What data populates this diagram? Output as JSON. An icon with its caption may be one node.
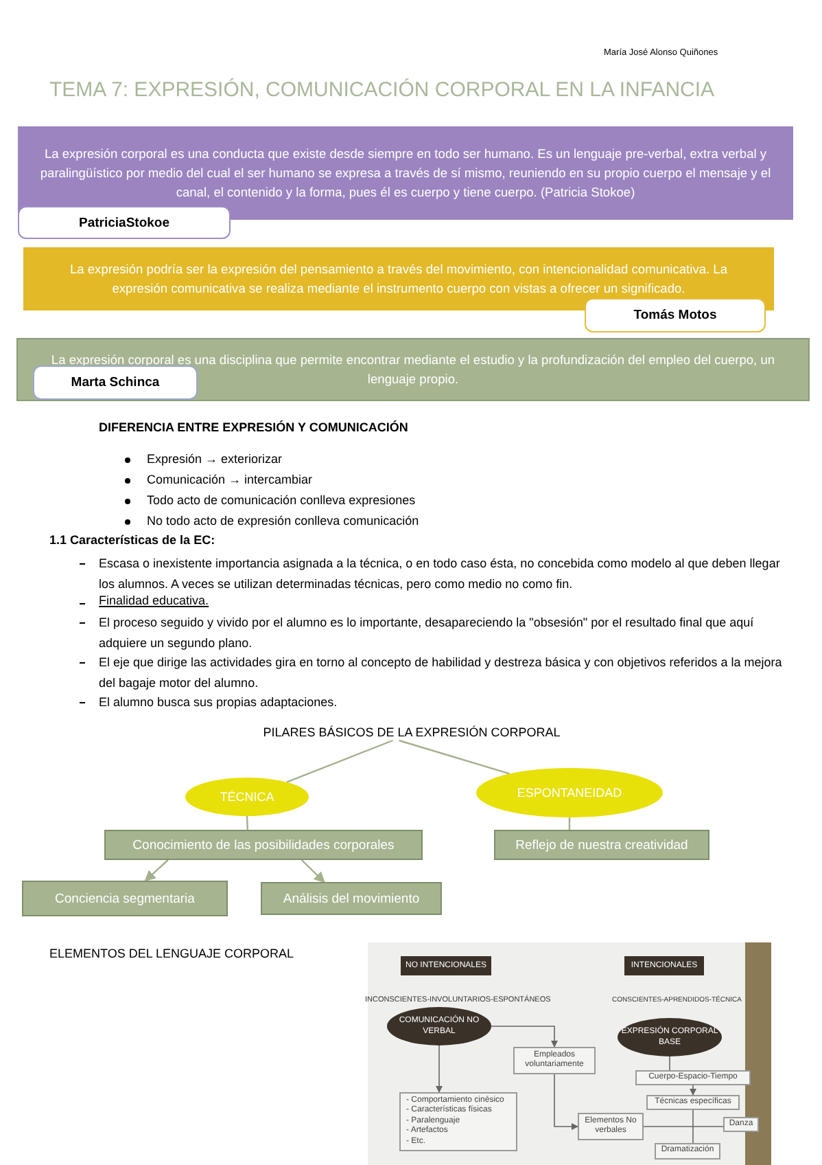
{
  "diagram": {
    "title": "TEMA 7: EXPRESIÓN, COMUNICACIÓN CORPORAL EN LA INFANCIA",
    "nodes": [
      {
        "text": [
          "La expresión corporal es una conducta que existe desde siempre en todo ser humano. Es un lenguaje pre-verbal, extra verbal y paralingüístico por medio del cual el ser humano se expresa a través de sí mismo, reuniendo en su propio cuerpo el mensaje y el canal, el contenido y la forma, pues él es cuerpo y tiene cuerpo. (Patricia Stokoe)"
        ]
      },
      {
        "text": [
          "PatriciaStokoe"
        ]
      },
      {
        "text": [
          "La expresión podría ser la expresión del pensamiento a través del movimiento, con intencionalidad comunicativa. La expresión comunicativa se realiza mediante el instrumento cuerpo con vistas a ofrecer un significado."
        ]
      },
      {
        "text": [
          "Tomás Motos"
        ]
      },
      {
        "text": [
          "La expresión corporal es una disciplina que permite encontrar mediante el estudio y la profundización del empleo del cuerpo, un lenguaje propio."
        ]
      },
      {
        "text": [
          "Marta Schinca"
        ],
        "in": 4
      },
      {
        "text": [
          "PILARES BÁSICOS DE LA EXPRESIÓN CORPORAL"
        ]
      },
      {
        "text": [
          "TÉCNICA"
        ]
      },
      {
        "text": [
          "ESPONTANEIDAD"
        ]
      },
      {
        "text": [
          "Conocimiento de las posibilidades corporales"
        ]
      },
      {
        "text": [
          "Reflejo de nuestra creatividad"
        ]
      },
      {
        "text": [
          "Conciencia segmentaria"
        ]
      },
      {
        "text": [
          "Análisis del movimiento"
        ]
      },
      {
        "text": [
          "NO INTENCIONALES"
        ]
      },
      {
        "text": [
          "INTENCIONALES"
        ]
      },
      {
        "text": [
          "COMUNICACIÓN NO VERBAL"
        ]
      },
      {
        "text": [
          "Empleados voluntariamente"
        ]
      },
      {
        "text": [
          "EXPRESIÓN CORPORAL BASE"
        ]
      },
      {
        "text": [
          "- Comportamiento cinésico",
          "- Características físicas",
          "- Paralenguaje",
          "- Artefactos",
          "- Etc."
        ]
      },
      {
        "text": [
          "Cuerpo-Espacio-Tiempo"
        ]
      },
      {
        "text": [
          "Técnicas específicas"
        ]
      },
      {
        "text": [
          "Elementos No verbales"
        ]
      },
      {
        "text": [
          "Danza"
        ]
      },
      {
        "text": [
          "Dramatización"
        ]
      }
    ],
    "edges": [
      {
        "from": 6,
        "to": 7,
        "arrow": "none"
      },
      {
        "from": 6,
        "to": 8,
        "arrow": "none"
      },
      {
        "from": 7,
        "to": 9,
        "arrow": "none"
      },
      {
        "from": 8,
        "to": 10,
        "arrow": "none"
      },
      {
        "from": 9,
        "to": 11,
        "arrow": "to"
      },
      {
        "from": 9,
        "to": 12,
        "arrow": "to"
      },
      {
        "from": 15,
        "to": 16,
        "arrow": "to"
      },
      {
        "from": 15,
        "to": 18,
        "arrow": "to"
      },
      {
        "from": 16,
        "to": 21,
        "arrow": "to"
      },
      {
        "from": 17,
        "to": 19,
        "arrow": "none"
      },
      {
        "from": 19,
        "to": 20,
        "arrow": "to"
      },
      {
        "from": 20,
        "to": 23,
        "arrow": "none"
      },
      {
        "from": 21,
        "to": 22,
        "arrow": "none"
      }
    ],
    "labels": [
      "María José Alonso Quiñones",
      "DIFERENCIA ENTRE EXPRESIÓN Y COMUNICACIÓN",
      "Expresión → exteriorizar",
      "Comunicación → intercambiar",
      "Todo acto de comunicación conlleva expresiones",
      "No todo acto de expresión conlleva comunicación",
      "1.1 Características de la EC:",
      "Escasa o inexistente importancia asignada a la técnica, o en todo caso ésta, no concebida como modelo al que deben llegar los alumnos. A veces se utilizan determinadas técnicas, pero como medio no como fin.",
      "Finalidad educativa.",
      "El proceso seguido y vivido por el alumno es lo importante, desapareciendo la \"obsesión\" por el resultado final que aquí adquiere un segundo plano.",
      "El eje que dirige las actividades gira en torno al concepto de habilidad y destreza básica y con objetivos referidos a la mejora del bagaje motor del alumno.",
      "El alumno busca sus propias adaptaciones.",
      "ELEMENTOS DEL LENGUAJE CORPORAL",
      "INCONSCIENTES-INVOLUNTARIOS-ESPONTÁNEOS",
      "CONSCIENTES-APRENDIDOS-TÉCNICA"
    ]
  }
}
